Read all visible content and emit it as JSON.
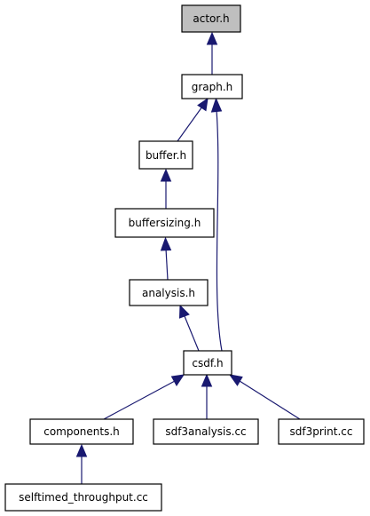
{
  "nodes": {
    "actor_h": {
      "label": "actor.h",
      "highlighted": true
    },
    "graph_h": {
      "label": "graph.h"
    },
    "buffer_h": {
      "label": "buffer.h"
    },
    "buffersizing_h": {
      "label": "buffersizing.h"
    },
    "analysis_h": {
      "label": "analysis.h"
    },
    "csdf_h": {
      "label": "csdf.h"
    },
    "components_h": {
      "label": "components.h"
    },
    "sdf3analysis_cc": {
      "label": "sdf3analysis.cc"
    },
    "sdf3print_cc": {
      "label": "sdf3print.cc"
    },
    "selftimed_throughput_cc": {
      "label": "selftimed_throughput.cc"
    }
  },
  "edges": [
    {
      "from": "graph_h",
      "to": "actor_h"
    },
    {
      "from": "buffer_h",
      "to": "graph_h"
    },
    {
      "from": "csdf_h",
      "to": "graph_h"
    },
    {
      "from": "buffersizing_h",
      "to": "buffer_h"
    },
    {
      "from": "analysis_h",
      "to": "buffersizing_h"
    },
    {
      "from": "csdf_h",
      "to": "analysis_h"
    },
    {
      "from": "components_h",
      "to": "csdf_h"
    },
    {
      "from": "sdf3analysis_cc",
      "to": "csdf_h"
    },
    {
      "from": "sdf3print_cc",
      "to": "csdf_h"
    },
    {
      "from": "selftimed_throughput_cc",
      "to": "components_h"
    }
  ],
  "colors": {
    "edge": "#191970",
    "highlight_fill": "#bfbfbf",
    "node_fill": "#ffffff",
    "border": "#000000"
  }
}
